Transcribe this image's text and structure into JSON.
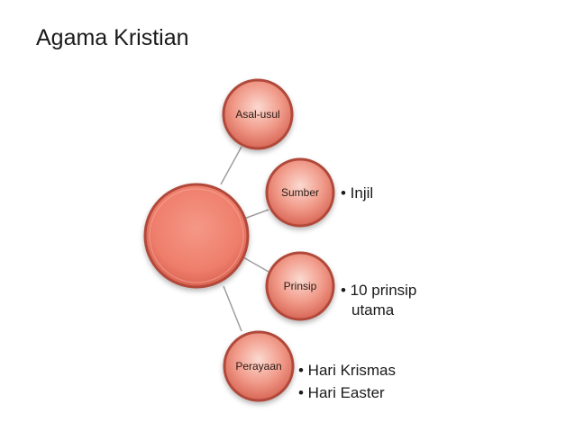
{
  "slide": {
    "title": "Agama Kristian"
  },
  "diagram": {
    "colors": {
      "fill_light": "#fbd3c9",
      "fill_mid": "#ef8f7e",
      "fill_dark": "#cf5848",
      "ring": "#b1483a",
      "connector": "#9e9e9e",
      "text": "#1a1a1a"
    },
    "nodes": [
      {
        "label": "Asal-usul",
        "bullets": []
      },
      {
        "label": "Sumber",
        "bullets": [
          "• Injil"
        ]
      },
      {
        "label": "Prinsip",
        "bullets": [
          "• 10 prinsip",
          "utama"
        ]
      },
      {
        "label": "Perayaan",
        "bullets": [
          "• Hari Krismas",
          "• Hari Easter"
        ]
      }
    ]
  }
}
